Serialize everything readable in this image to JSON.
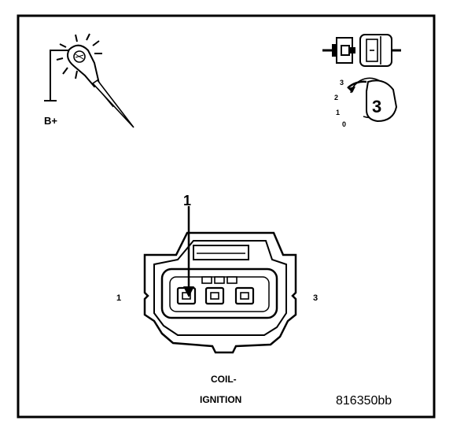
{
  "test_light": {
    "supply_label": "B+"
  },
  "ignition_dial": {
    "positions": [
      "0",
      "1",
      "2",
      "3"
    ],
    "selected": "3"
  },
  "connector": {
    "callout_number": "1",
    "left_pin_label": "1",
    "right_pin_label": "3",
    "name_line1": "COIL-",
    "name_line2": "IGNITION"
  },
  "figure_id": "816350bb"
}
